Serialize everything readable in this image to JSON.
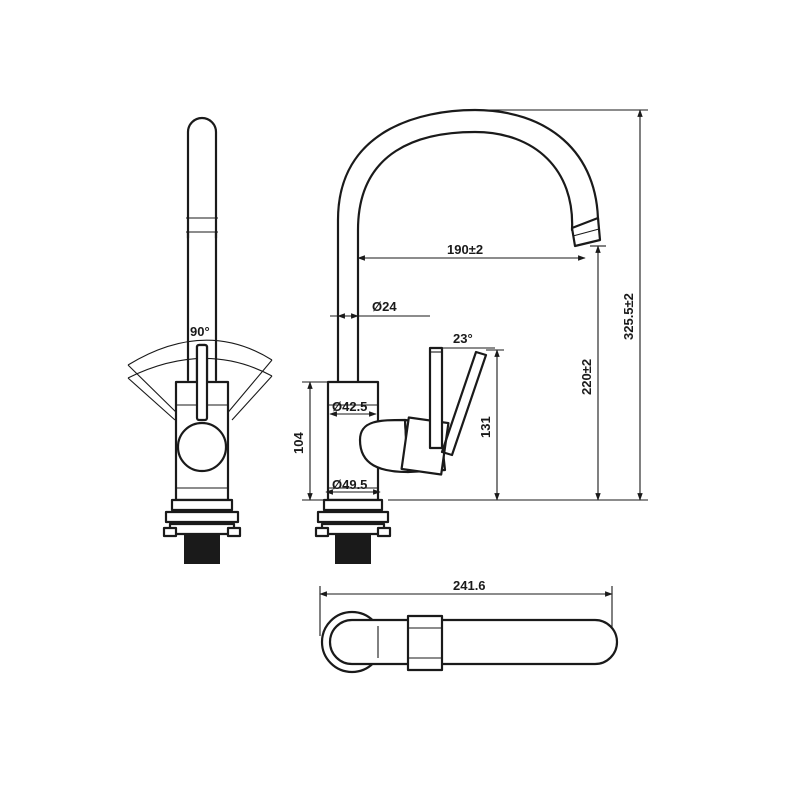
{
  "labels": {
    "angle_rotation": "90°",
    "angle_handle": "23°",
    "reach": "190±2",
    "spout_diameter": "Ø24",
    "body_diameter": "Ø42.5",
    "base_diameter": "Ø49.5",
    "body_height": "104",
    "handle_height": "131",
    "outlet_height": "220±2",
    "total_height": "325.5±2",
    "total_length": "241.6"
  }
}
